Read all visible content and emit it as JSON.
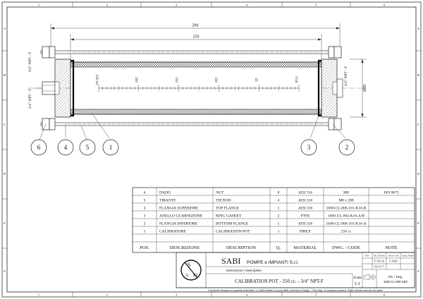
{
  "frame": {
    "col_numbers": [
      "1",
      "2",
      "3",
      "4",
      "5",
      "6"
    ],
    "row_letters": [
      "A",
      "B",
      "C",
      "D",
      "E",
      "F"
    ]
  },
  "drawing": {
    "dim_overall": "296",
    "dim_inner": "250",
    "thread_left_top": "3/4\" NPT - F",
    "thread_left_bottom": "3/4\" NPT - F",
    "thread_right": "3/4\" NPT - F",
    "diameter": "Ø80",
    "scale_labels": [
      "250 ml",
      "200",
      "150",
      "100",
      "50",
      "0 ml"
    ],
    "balloons": [
      "6",
      "4",
      "5",
      "1",
      "3",
      "2"
    ]
  },
  "bom": {
    "headers": {
      "pos": "POS.",
      "descrizione": "DESCRIZIONE",
      "description": "DESCRIPTION",
      "q": "Q.",
      "material": "MATERIAL",
      "dwg": "DWG. / CODE",
      "note": "NOTE"
    },
    "rows": [
      {
        "pos": "6",
        "descrizione": "DADO",
        "description": "NUT",
        "q": "8",
        "material": "AISI 316",
        "dwg": "M8",
        "note": "ISO 8675"
      },
      {
        "pos": "5",
        "descrizione": "TIRANTE",
        "description": "TIE ROD",
        "q": "4",
        "material": "AISI 316",
        "dwg": "M8 x 288",
        "note": ""
      },
      {
        "pos": "4",
        "descrizione": "FLANGIA SUPERIORE",
        "description": "TOP FLANGE",
        "q": "1",
        "material": "AISI 316",
        "dwg": "1600-CL-006-101-K16-B",
        "note": ""
      },
      {
        "pos": "3",
        "descrizione": "ANELLO GUARNIZIONE",
        "description": "RING GASKET",
        "q": "2",
        "material": "PTFE",
        "dwg": "1600-CL-002-K16-A/B",
        "note": ""
      },
      {
        "pos": "2",
        "descrizione": "FLANGIA INFERIORE",
        "description": "BOTTOM FLANGE",
        "q": "1",
        "material": "AISI 316",
        "dwg": "1600-CL-006-101-K16-A",
        "note": ""
      },
      {
        "pos": "1",
        "descrizione": "CALIBRATORE",
        "description": "CALIBRATION POT",
        "q": "1",
        "material": "PIREX",
        "dwg": "250 cc",
        "note": ""
      }
    ]
  },
  "title_block": {
    "company": "SABI",
    "company_full": "POMPE e IMPIANTI S.r.l.",
    "logo_top": "S",
    "logo_a": "A",
    "logo_bi": "BI",
    "desc_label": "Descrizione / Description",
    "title": "CALIBRATION POT - 250 cc. - 3/4\" NPT-F",
    "scale_label": "Scala",
    "scale_value": "1:1",
    "rev_headers": [
      "Rev",
      "Dis./Drawn",
      "Verif./Chk",
      "Appr./Appd"
    ],
    "drawn_by": "F. Piccoli",
    "checked_by": "S. Belli",
    "date": "03/11/17",
    "dash1": "-",
    "dash2": "-",
    "dwg_label": "Dis. / Dwg.",
    "dwg_number": "1600-CL-006-SEZ",
    "footer": "Il presente disegno è proprietà aziendale. La SABI tutelerà i propri diritti a termine di legge. / This dwg. is company property. SABI awfully reserves all rights"
  }
}
